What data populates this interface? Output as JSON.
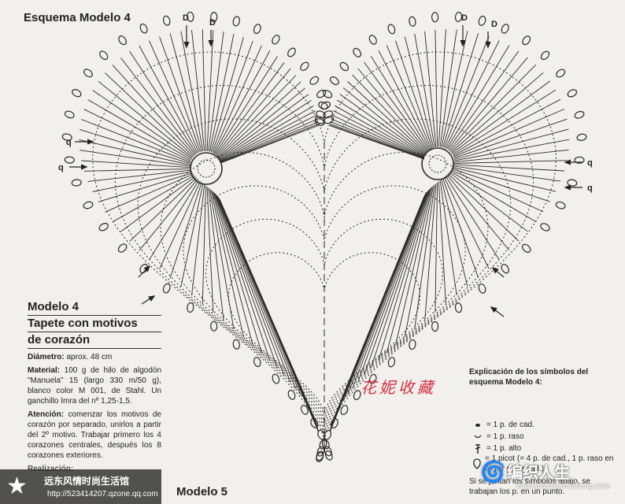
{
  "page": {
    "title": "Esquema Modelo 4"
  },
  "diagram": {
    "labels": {
      "d": "D",
      "q": "q"
    }
  },
  "info": {
    "model_number": "Modelo 4",
    "model_name_1": "Tapete con motivos",
    "model_name_2": "de corazón",
    "diametro_label": "Diámetro:",
    "diametro_value": "aprox. 48 cm",
    "material_label": "Material:",
    "material_value": "100 g de hilo de algodón \"Manuela\" 15 (largo 330 m/50 g), blanco color M 001, de Stahl. Un ganchillo Imra del nº 1,25-1,5.",
    "atencion_label": "Atención:",
    "atencion_value": "comenzar los motivos de corazón por separado, unirlos a partir del 2º motivo. Trabajar primero los 4 corazones centrales, después los 8 corazones exteriores.",
    "realizacion_label": "Realización:"
  },
  "next_model": "Modelo 5",
  "stamp_text": "花妮收藏",
  "legend": {
    "title": "Explicación de los símbolos del esquema Modelo 4:",
    "items": [
      {
        "text": "= 1 p. de cad."
      },
      {
        "text": "= 1 p. raso"
      },
      {
        "text": "= 1 p. alto"
      },
      {
        "text": "= 1 picot (= 4 p. de cad., 1 p. raso en el 1er p. de cad.)"
      }
    ],
    "note": "Si se juntan los símbolos abajo, se trabajan los p. en un punto."
  },
  "watermarks": {
    "left_title": "远东风情时尚生活馆",
    "left_sub": "http://523414207.qzone.qq.com",
    "right_title": "编织人生",
    "right_sub": "www.bianzhirensheng.com"
  }
}
